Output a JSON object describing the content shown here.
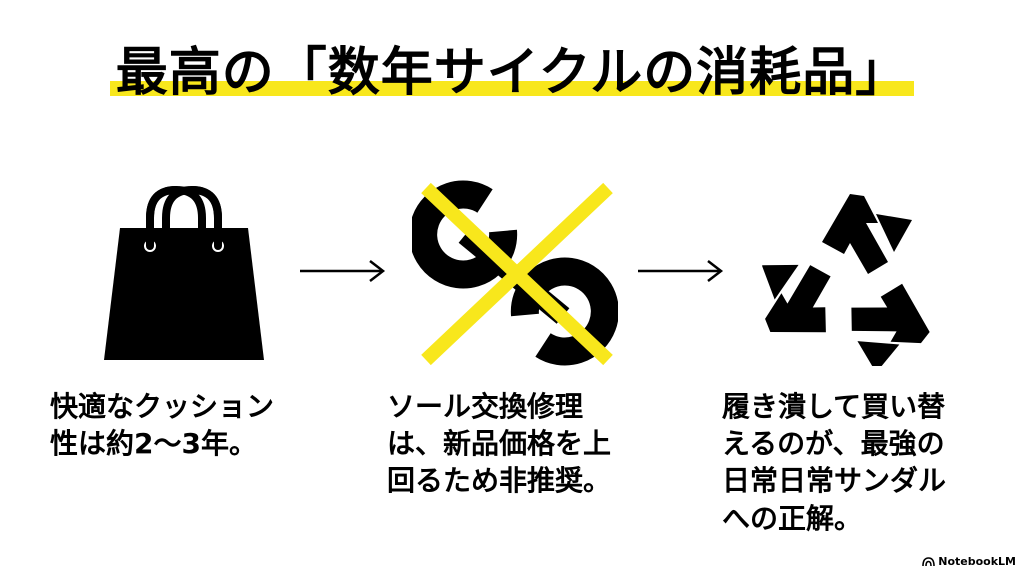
{
  "title": "最高の「数年サイクルの消耗品」",
  "steps": [
    {
      "icon": "shopping-bag-icon",
      "caption": "快適なクッション\n性は約2〜3年。"
    },
    {
      "icon": "crossed-out-wrench-icon",
      "caption": "ソール交換修理\nは、新品価格を上\n回るため非推奨。"
    },
    {
      "icon": "recycle-icon",
      "caption": "履き潰して買い替\nえるのが、最強の\n日常日常サンダル\nへの正解。"
    }
  ],
  "brand": "NotebookLM",
  "colors": {
    "highlight": "#f8e71c",
    "ink": "#000000",
    "background": "#ffffff"
  }
}
